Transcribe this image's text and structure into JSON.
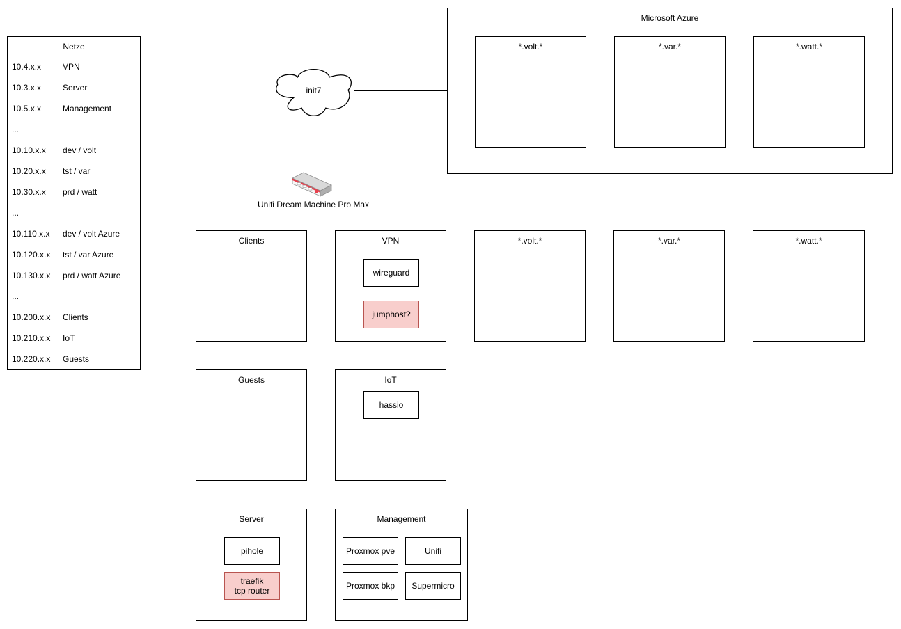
{
  "netze": {
    "title": "Netze",
    "rows": [
      {
        "cidr": "10.4.x.x",
        "name": "VPN"
      },
      {
        "cidr": "10.3.x.x",
        "name": "Server"
      },
      {
        "cidr": "10.5.x.x",
        "name": "Management"
      },
      {
        "cidr": "...",
        "name": ""
      },
      {
        "cidr": "10.10.x.x",
        "name": "dev / volt"
      },
      {
        "cidr": "10.20.x.x",
        "name": "tst / var"
      },
      {
        "cidr": "10.30.x.x",
        "name": "prd / watt"
      },
      {
        "cidr": "...",
        "name": ""
      },
      {
        "cidr": "10.110.x.x",
        "name": "dev / volt Azure"
      },
      {
        "cidr": "10.120.x.x",
        "name": "tst / var Azure"
      },
      {
        "cidr": "10.130.x.x",
        "name": "prd / watt Azure"
      },
      {
        "cidr": "...",
        "name": ""
      },
      {
        "cidr": "10.200.x.x",
        "name": "Clients"
      },
      {
        "cidr": "10.210.x.x",
        "name": "IoT"
      },
      {
        "cidr": "10.220.x.x",
        "name": "Guests"
      }
    ]
  },
  "internet": {
    "provider": "init7"
  },
  "router": {
    "label": "Unifi Dream Machine Pro Max"
  },
  "azure": {
    "title": "Microsoft Azure",
    "services": [
      "*.volt.*",
      "*.var.*",
      "*.watt.*"
    ]
  },
  "local_services": [
    "*.volt.*",
    "*.var.*",
    "*.watt.*"
  ],
  "zones": {
    "clients": {
      "title": "Clients"
    },
    "vpn": {
      "title": "VPN",
      "nodes": [
        {
          "label": "wireguard"
        },
        {
          "label": "jumphost?"
        }
      ]
    },
    "guests": {
      "title": "Guests"
    },
    "iot": {
      "title": "IoT",
      "nodes": [
        {
          "label": "hassio"
        }
      ]
    },
    "server": {
      "title": "Server",
      "nodes": [
        {
          "label": "pihole"
        },
        {
          "label": "traefik\ntcp router"
        }
      ]
    },
    "management": {
      "title": "Management",
      "nodes": [
        {
          "label": "Proxmox pve"
        },
        {
          "label": "Unifi"
        },
        {
          "label": "Proxmox bkp"
        },
        {
          "label": "Supermicro"
        }
      ]
    }
  },
  "colors": {
    "background": "#ffffff",
    "stroke": "#000000",
    "highlight_fill": "#f8cecc",
    "highlight_stroke": "#b85450",
    "router_red": "#e8404d"
  }
}
